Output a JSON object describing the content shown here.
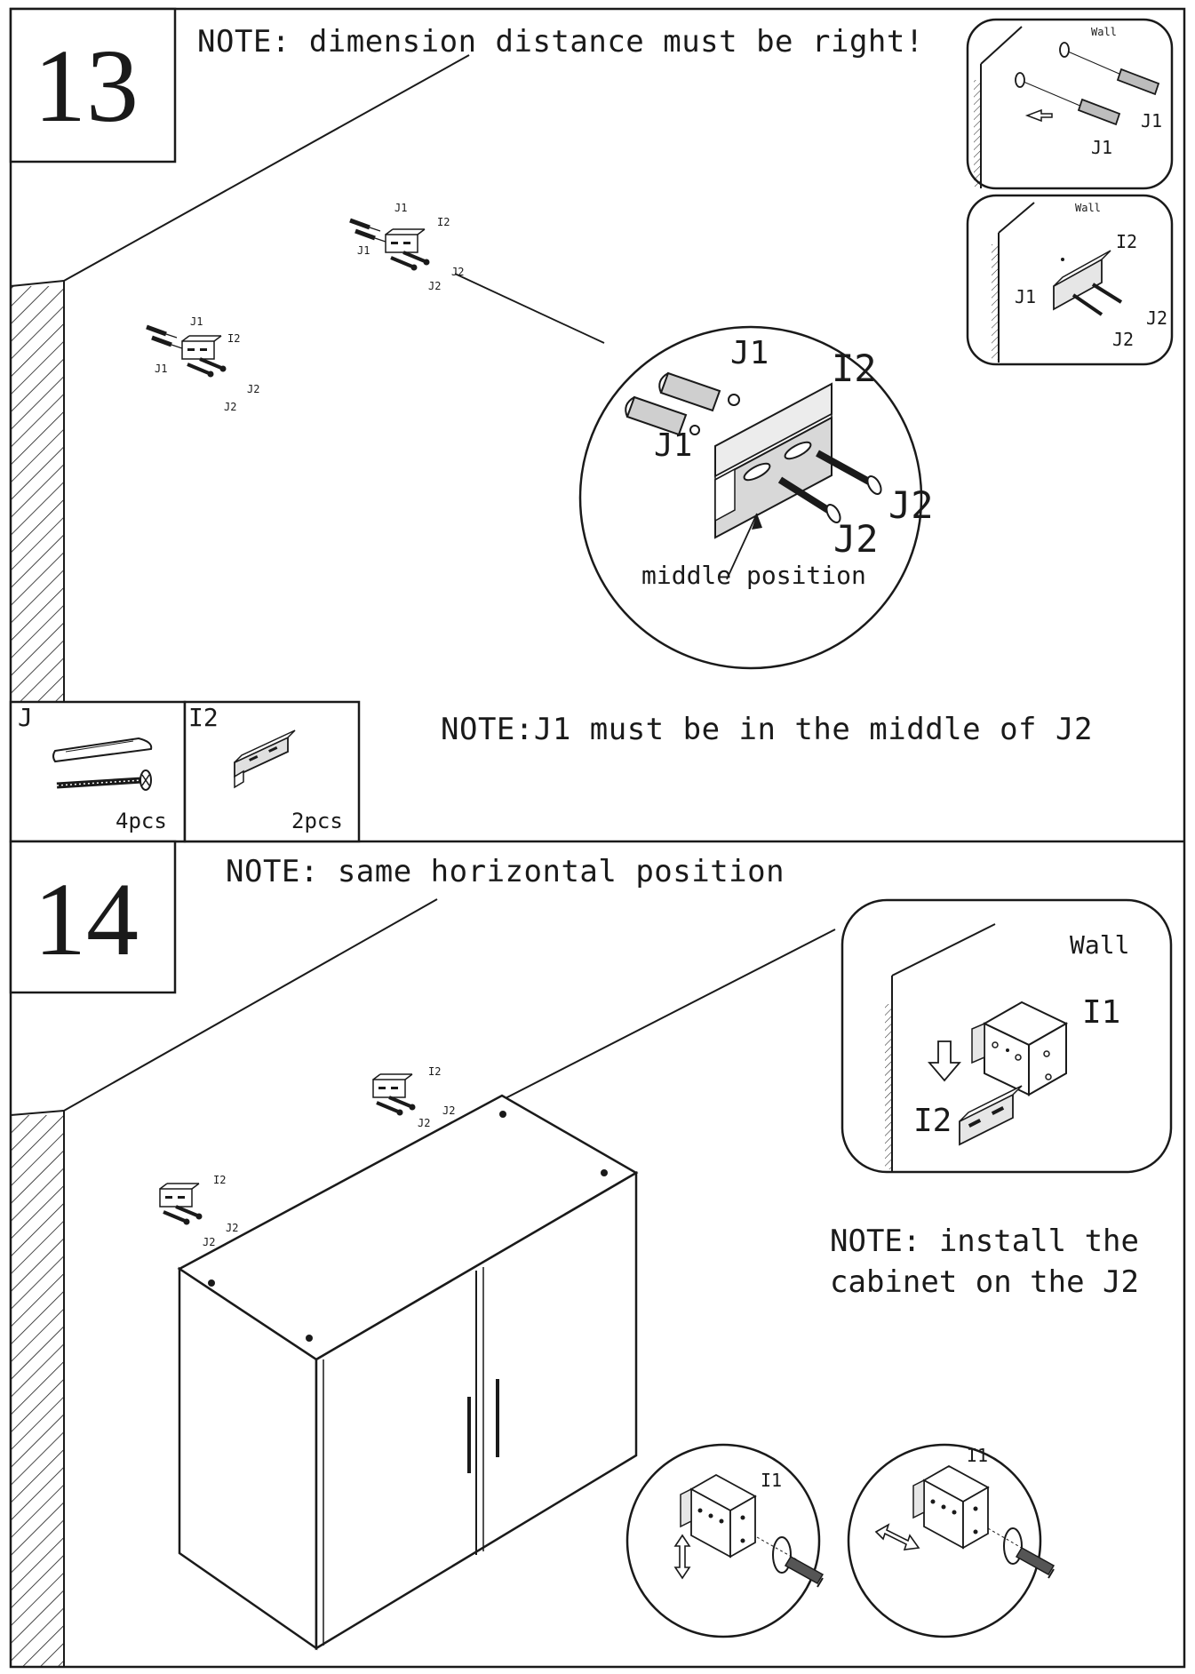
{
  "step13": {
    "number": "13",
    "note_top": "NOTE: dimension distance must be right!",
    "note_bottom": "NOTE:J1 must be in the middle of J2",
    "zoom_label_j1_top": "J1",
    "zoom_label_j1_bottom": "J1",
    "zoom_label_i2": "I2",
    "zoom_label_j2_right": "J2",
    "zoom_label_j2_bottom": "J2",
    "zoom_caption": "middle position",
    "inset1_wall": "Wall",
    "inset1_j1_right": "J1",
    "inset1_j1_bottom": "J1",
    "inset2_wall": "Wall",
    "inset2_i2": "I2",
    "inset2_j1": "J1",
    "inset2_j2_right": "J2",
    "inset2_j2_bottom": "J2",
    "bracket_labels": [
      "J1",
      "I2",
      "J1",
      "J2",
      "J2"
    ],
    "parts": [
      {
        "code": "J",
        "qty": "4pcs"
      },
      {
        "code": "I2",
        "qty": "2pcs"
      }
    ]
  },
  "step14": {
    "number": "14",
    "note_top": "NOTE: same horizontal position",
    "note_right_line1": "NOTE: install the",
    "note_right_line2": "cabinet on the J2",
    "inset_wall": "Wall",
    "inset_i1": "I1",
    "inset_i2": "I2",
    "detail1_i1": "I1",
    "detail2_i1": "I1",
    "bracket_labels": [
      "I2",
      "J2",
      "J2"
    ]
  },
  "colors": {
    "ink": "#1a1a1a",
    "paper": "#ffffff",
    "part_fill": "#e8e8e8"
  }
}
